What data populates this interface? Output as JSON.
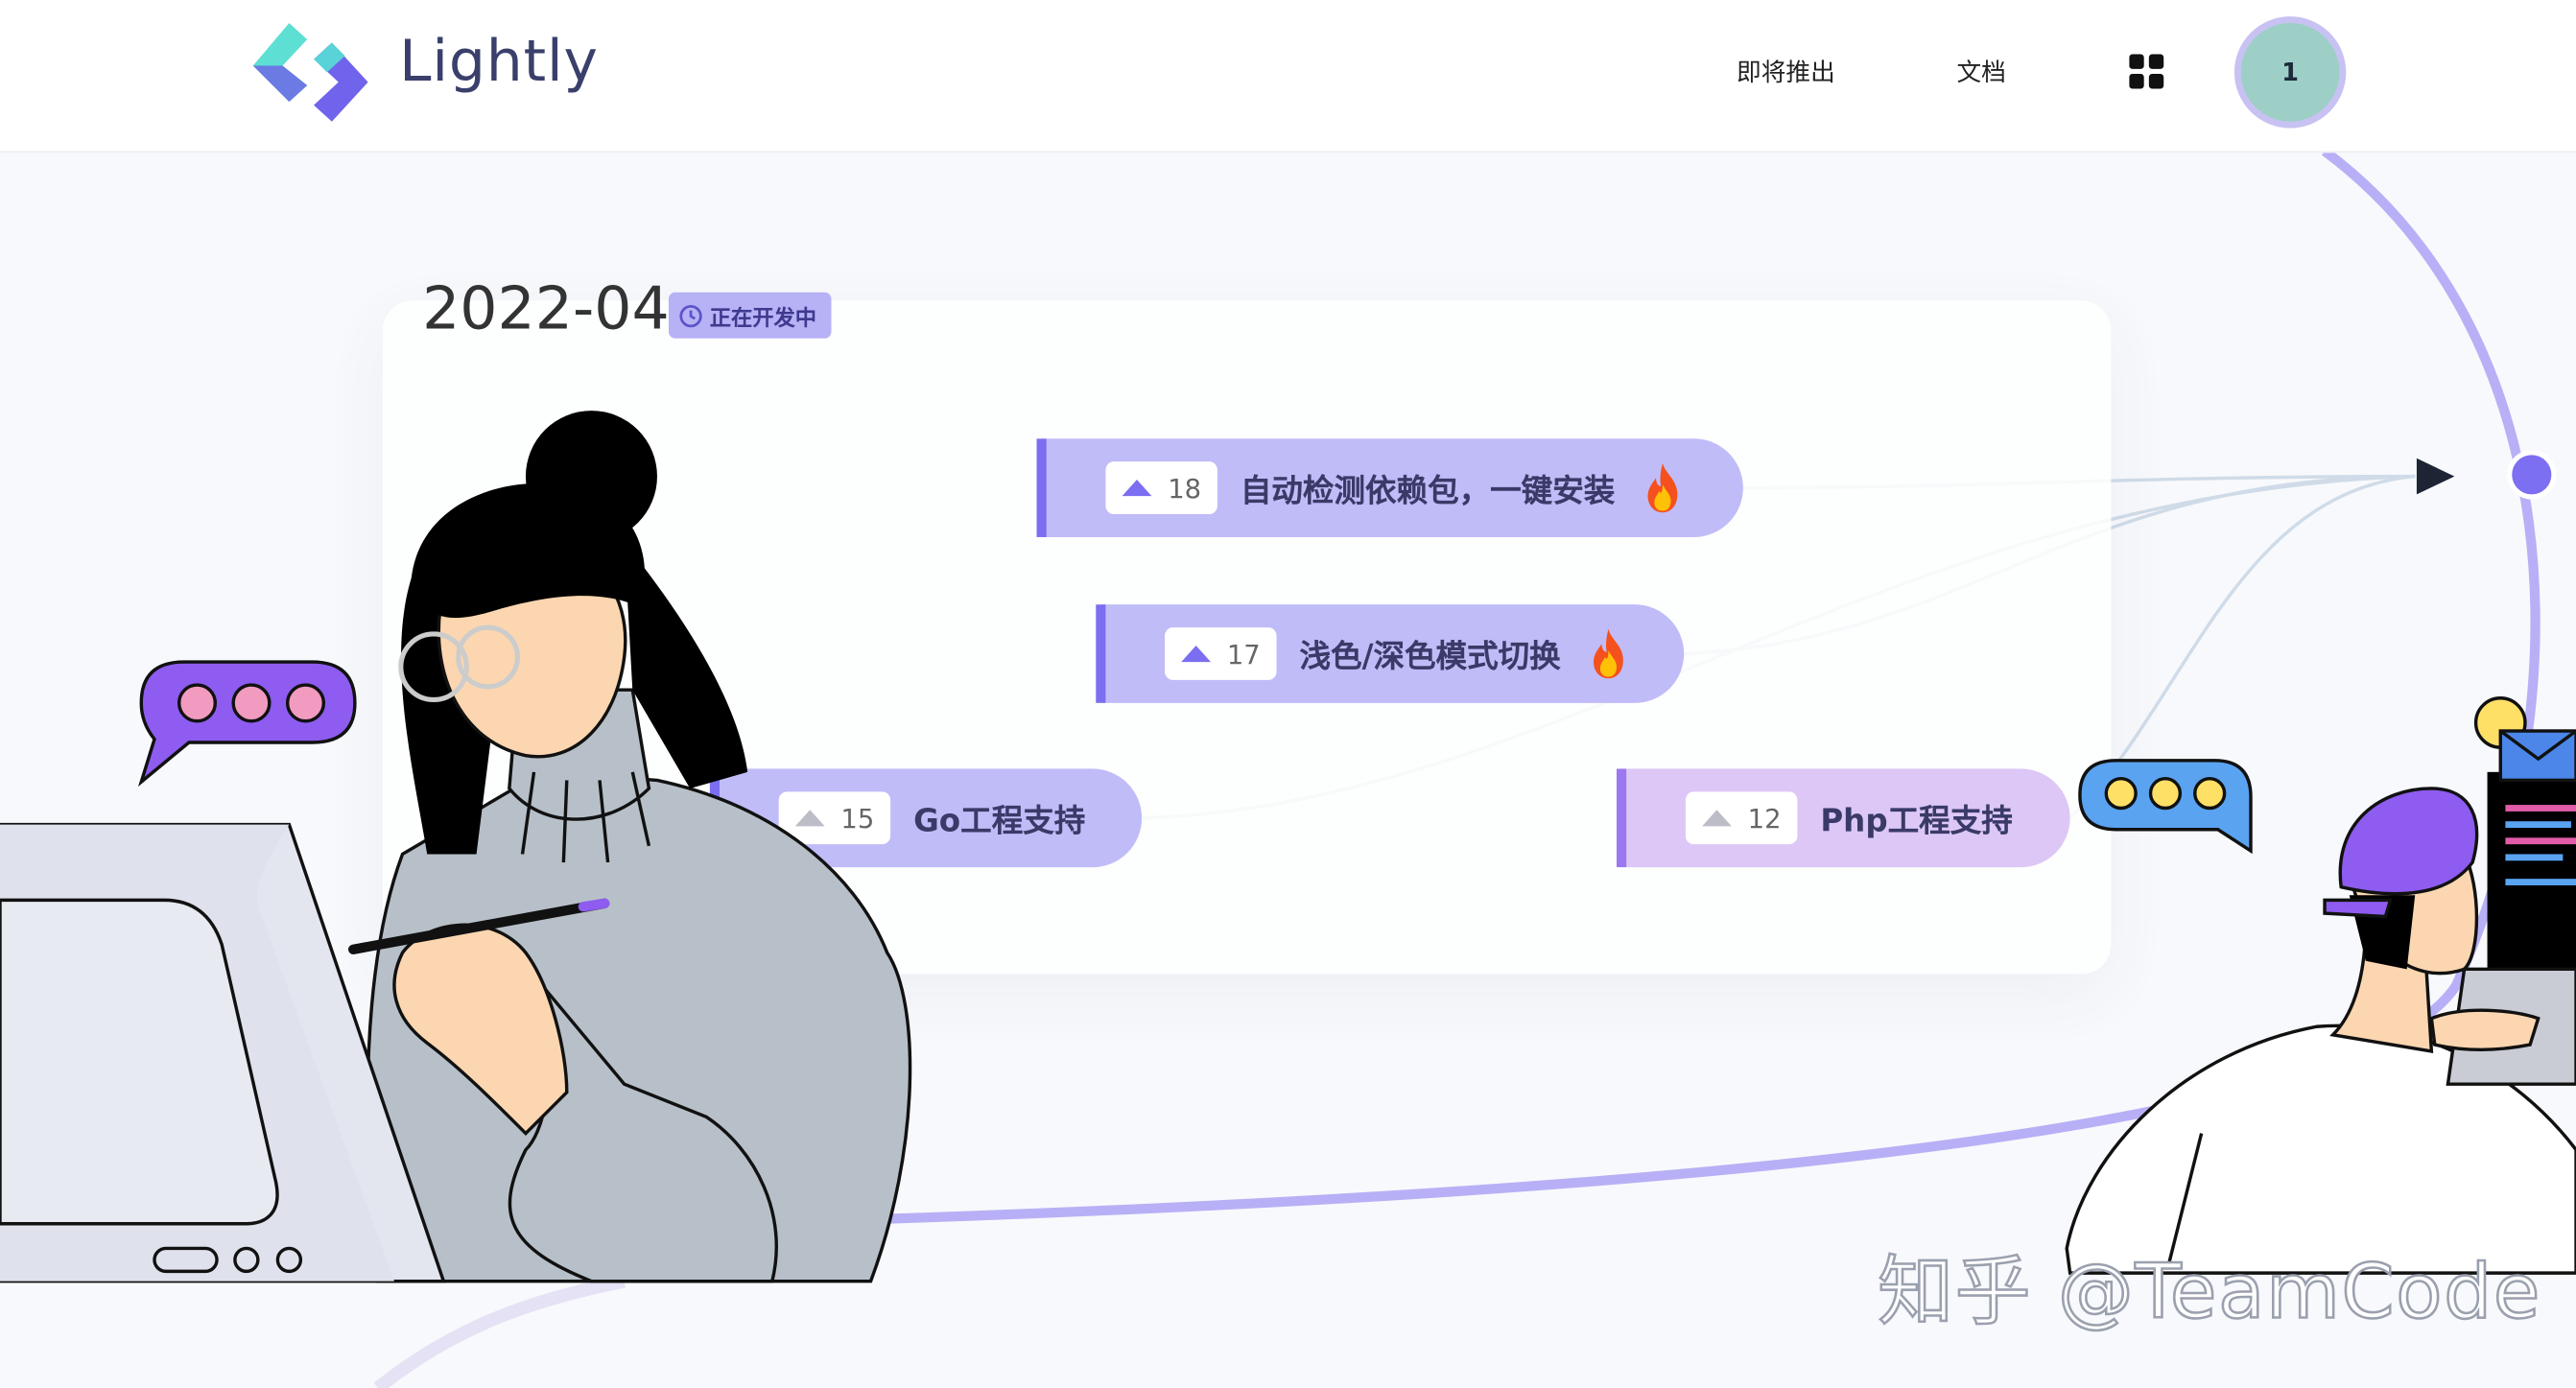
{
  "header": {
    "brand": "Lightly",
    "nav": [
      "即将推出",
      "文档"
    ],
    "apps_icon": "grid-apps-icon",
    "avatar_label": "1"
  },
  "roadmap": {
    "date": "2022-04",
    "status": "正在开发中",
    "status_icon": "clock-icon",
    "items": [
      {
        "votes": "18",
        "title": "自动检测依赖包，一键安装",
        "hot": true
      },
      {
        "votes": "17",
        "title": "浅色/深色模式切换",
        "hot": true
      },
      {
        "votes": "15",
        "title": "Go工程支持",
        "hot": false
      },
      {
        "votes": "12",
        "title": "Php工程支持",
        "hot": false
      }
    ]
  },
  "watermark": "知乎 @TeamCode",
  "colors": {
    "accent": "#7b6ef0",
    "pill_light": "#c0bcf8",
    "pill_pink": "#dcc7f6",
    "timeline": "#b9b1f6"
  }
}
